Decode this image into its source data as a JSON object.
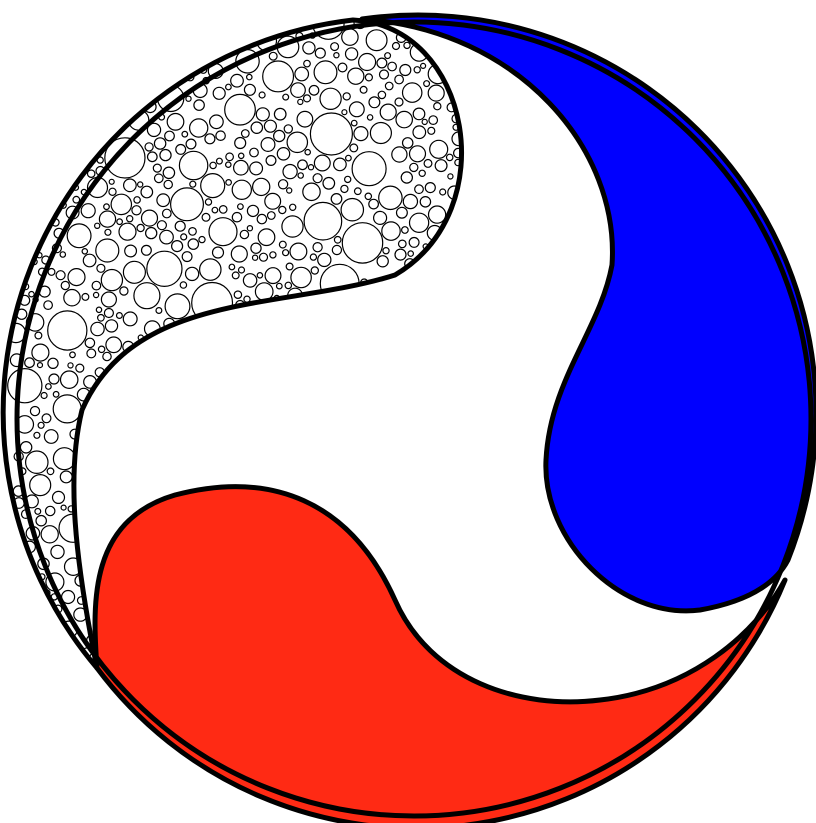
{
  "figure": {
    "background": "#ffffff",
    "outline_color": "#000000",
    "regions": [
      {
        "name": "packed-circles-lobe",
        "fill": "#ffffff",
        "pattern": "packed circles"
      },
      {
        "name": "blue-lobe",
        "fill": "#0000ff"
      },
      {
        "name": "red-lobe",
        "fill": "#ff2a14"
      },
      {
        "name": "center-region",
        "fill": "#ffffff"
      }
    ]
  }
}
